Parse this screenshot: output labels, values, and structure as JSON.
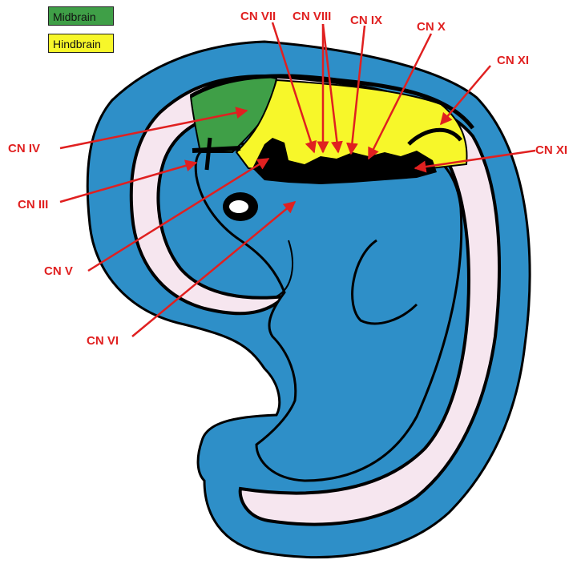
{
  "legend": {
    "midbrain": {
      "label": "Midbrain",
      "color": "#3f9f47",
      "text_color": "#111111"
    },
    "hindbrain": {
      "label": "Hindbrain",
      "color": "#f7f72a",
      "text_color": "#111111"
    }
  },
  "colors": {
    "embryo_body": "#2e8fc8",
    "inner_tissue": "#f6e6ef",
    "outline": "#000000",
    "midbrain_region": "#3f9f47",
    "hindbrain_region": "#f7f72a",
    "label_and_arrow": "#e02020"
  },
  "labels": {
    "cn_iii": "CN III",
    "cn_iv": "CN IV",
    "cn_v": "CN V",
    "cn_vi": "CN VI",
    "cn_vii": "CN VII",
    "cn_viii": "CN VIII",
    "cn_ix": "CN IX",
    "cn_x": "CN X",
    "cn_xi": "CN XI",
    "cn_xii": "CN XI"
  }
}
